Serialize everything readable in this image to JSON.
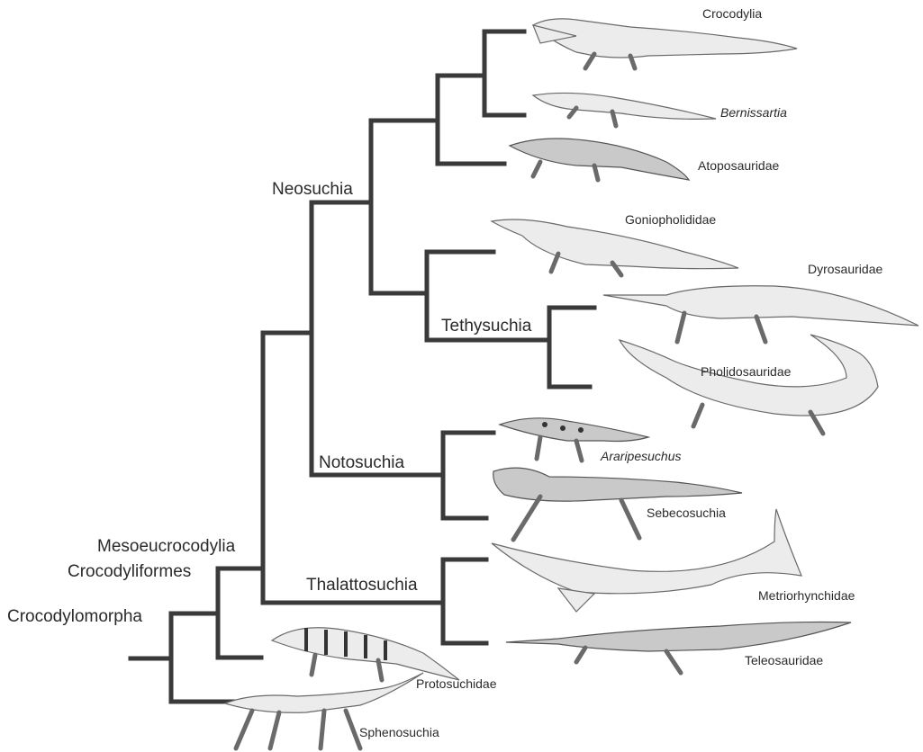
{
  "clades": {
    "crocodylomorpha": "Crocodylomorpha",
    "crocodyliformes": "Crocodyliformes",
    "mesoeucrocodylia": "Mesoeucrocodylia",
    "neosuchia": "Neosuchia",
    "notosuchia": "Notosuchia",
    "thalattosuchia": "Thalattosuchia",
    "tethysuchia": "Tethysuchia"
  },
  "taxa": {
    "crocodylia": "Crocodylia",
    "bernissartia": "Bernissartia",
    "atoposauridae": "Atoposauridae",
    "goniopholididae": "Goniopholididae",
    "dyrosauridae": "Dyrosauridae",
    "pholidosauridae": "Pholidosauridae",
    "araripesuchus": "Araripesuchus",
    "sebecosuchia": "Sebecosuchia",
    "metriorhynchidae": "Metriorhynchidae",
    "teleosauridae": "Teleosauridae",
    "protosuchidae": "Protosuchidae",
    "sphenosuchia": "Sphenosuchia"
  },
  "colors": {
    "branch": "#3a3a3a",
    "text": "#2a2a2a",
    "illustration": "#ececec"
  }
}
